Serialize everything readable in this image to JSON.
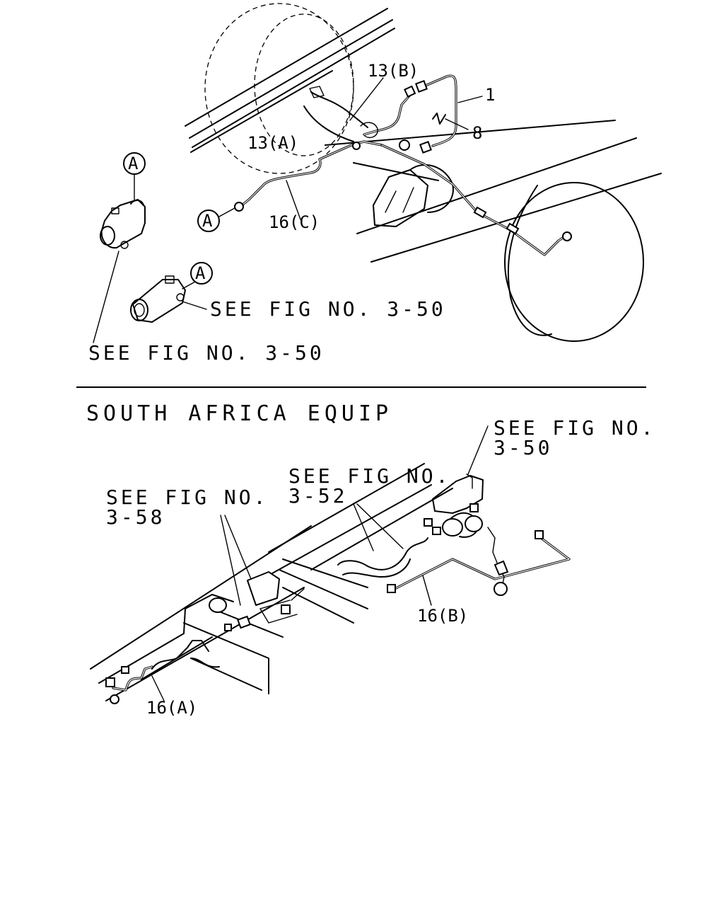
{
  "labels": {
    "part_1": "1",
    "part_8": "8",
    "part_13a": "13(A)",
    "part_13b": "13(B)",
    "part_16c": "16(C)",
    "part_16b": "16(B)",
    "part_16a": "16(A)",
    "ref_a": "A",
    "see_3_50_short": "SEE FIG NO. 3-50",
    "see_3_50_long": "SEE FIG NO. 3-50",
    "see_fig_no": "SEE FIG NO.",
    "fig_3_50": "3-50",
    "fig_3_52": "3-52",
    "fig_3_58": "3-58"
  },
  "section_title": "SOUTH AFRICA EQUIP"
}
